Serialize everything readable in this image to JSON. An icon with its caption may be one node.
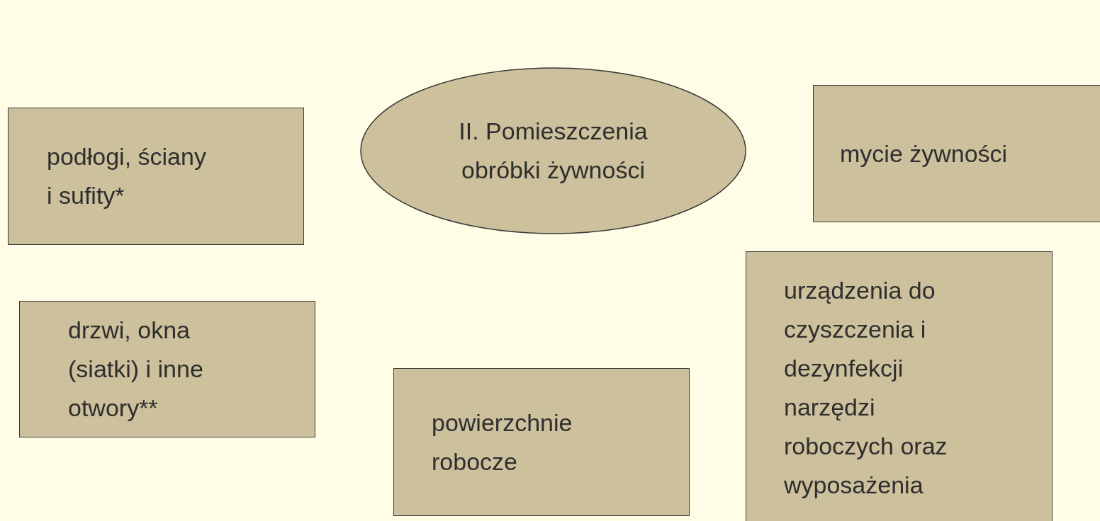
{
  "diagram": {
    "nodes": [
      {
        "text": [
          "II. Pomieszczenia obróbki żywności"
        ]
      },
      {
        "text": [
          "podłogi, ściany i sufity*"
        ]
      },
      {
        "text": [
          "mycie żywności"
        ]
      },
      {
        "text": [
          "drzwi, okna (siatki) i inne otwory**"
        ]
      },
      {
        "text": [
          "urządzenia do czyszczenia i dezynfekcji narzędzi roboczych oraz wyposażenia"
        ]
      },
      {
        "text": [
          "powierzchnie robocze"
        ]
      }
    ]
  }
}
